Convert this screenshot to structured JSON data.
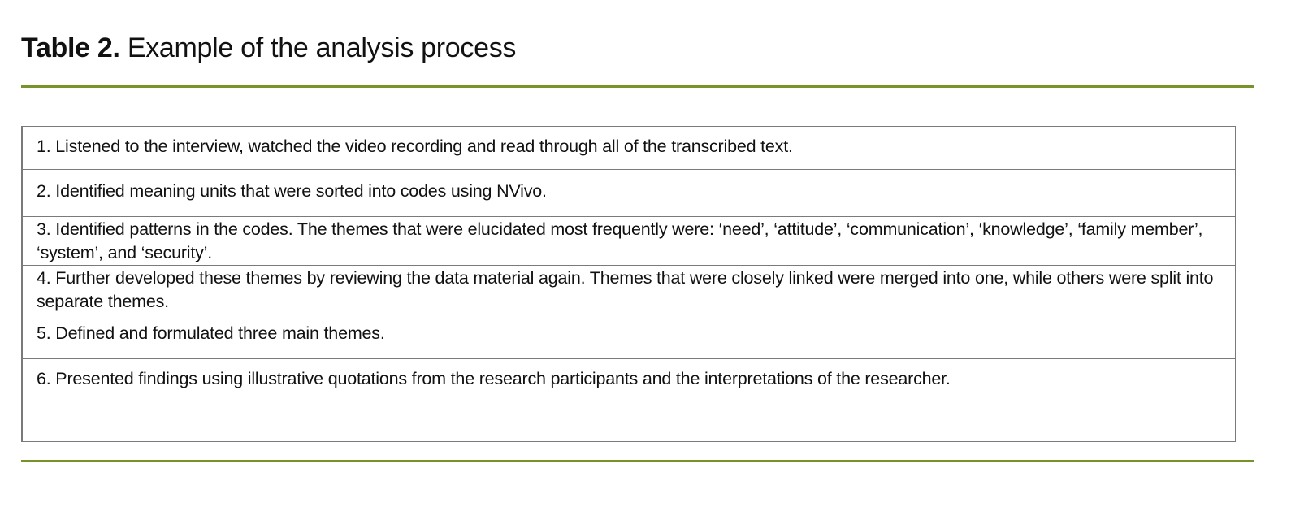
{
  "title": {
    "label": "Table 2.",
    "text": "Example of the analysis process"
  },
  "accent_color": "#76942a",
  "rows": [
    "1. Listened to the interview, watched the video recording and read through all of the transcribed text.",
    "2. Identified meaning units that were sorted into codes using NVivo.",
    "3. Identified patterns in the codes. The themes that were elucidated most frequently were: ‘need’, ‘attitude’, ‘communication’, ‘knowledge’, ‘family member’, ‘system’, and ‘security’.",
    "4. Further developed these themes by reviewing the data material again. Themes that were closely linked were merged into one, while others were split into separate themes.",
    "5. Defined and formulated three main themes.",
    "6. Presented findings using illustrative quotations from the research participants and the interpretations of the researcher."
  ]
}
